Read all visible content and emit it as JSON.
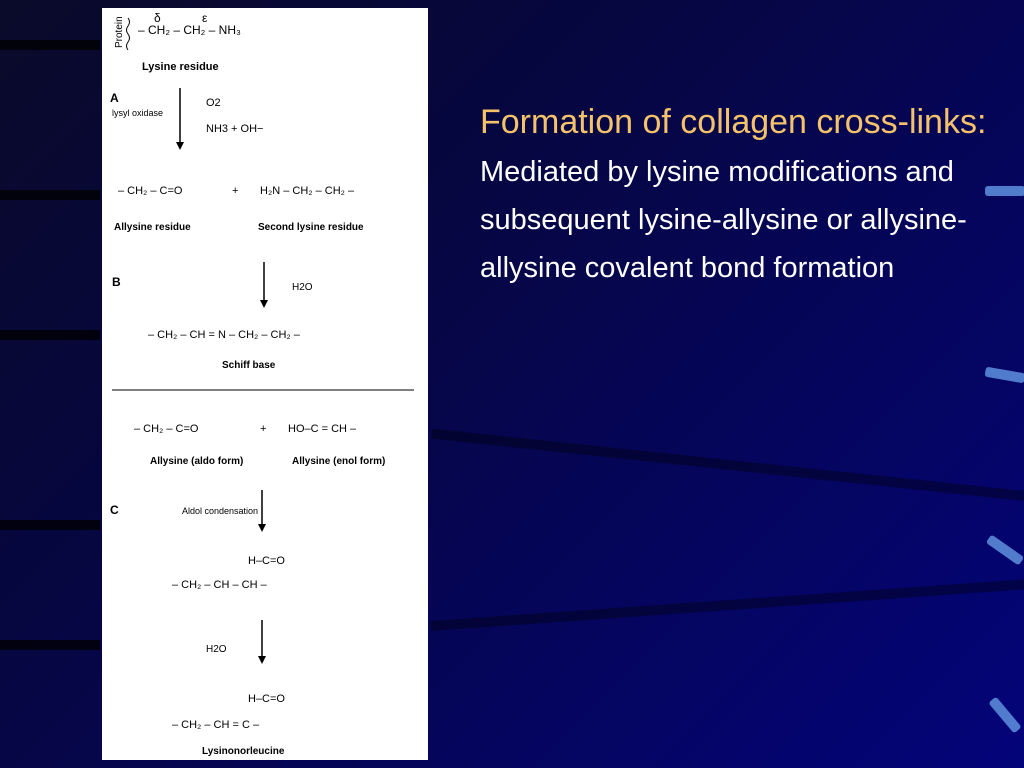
{
  "slide": {
    "title": "Formation of collagen cross-links:",
    "body": "Mediated by lysine modifications and subsequent lysine-allysine or allysine-allysine covalent bond formation",
    "title_color": "#f4c26a",
    "body_color": "#ffffff",
    "background_color": "#04047a"
  },
  "figure": {
    "protein_label": "Protein",
    "lysine_residue": "Lysine residue",
    "section_a": "A",
    "section_b": "B",
    "section_c": "C",
    "lysyl_oxidase": "lysyl oxidase",
    "o2": "O2",
    "nh3_oh": "NH3  +  OH−",
    "allysine_residue": "Allysine residue",
    "second_lysine_residue": "Second lysine residue",
    "h2o": "H2O",
    "schiff_base": "Schiff base",
    "allysine_aldo": "Allysine (aldo form)",
    "allysine_enol": "Allysine (enol form)",
    "aldol_condensation": "Aldol condensation",
    "lysinonorleucine": "Lysinonorleucine"
  }
}
